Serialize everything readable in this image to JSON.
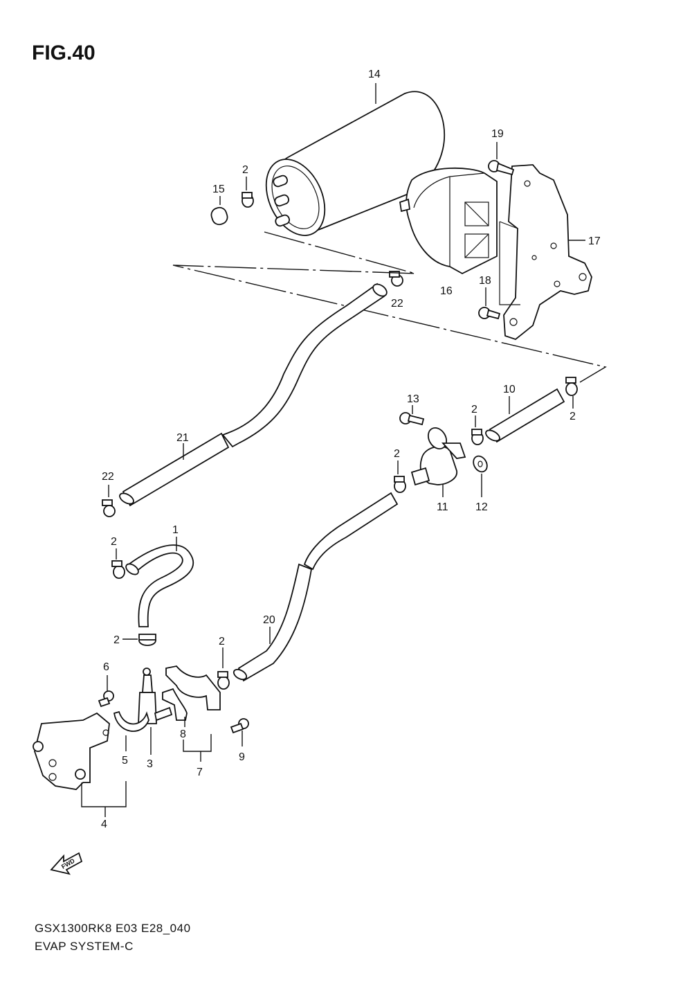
{
  "figure": {
    "title": "FIG.40",
    "footer_code": "GSX1300RK8 E03 E28_040",
    "footer_name": "EVAP SYSTEM-C",
    "fwd_label": "FWD"
  },
  "callouts": {
    "c1": "1",
    "c2": "2",
    "c3": "3",
    "c4": "4",
    "c5": "5",
    "c6": "6",
    "c7": "7",
    "c8": "8",
    "c9": "9",
    "c10": "10",
    "c11": "11",
    "c12": "12",
    "c13": "13",
    "c14": "14",
    "c15": "15",
    "c16": "16",
    "c17": "17",
    "c18": "18",
    "c19": "19",
    "c20": "20",
    "c21": "21",
    "c22": "22"
  }
}
